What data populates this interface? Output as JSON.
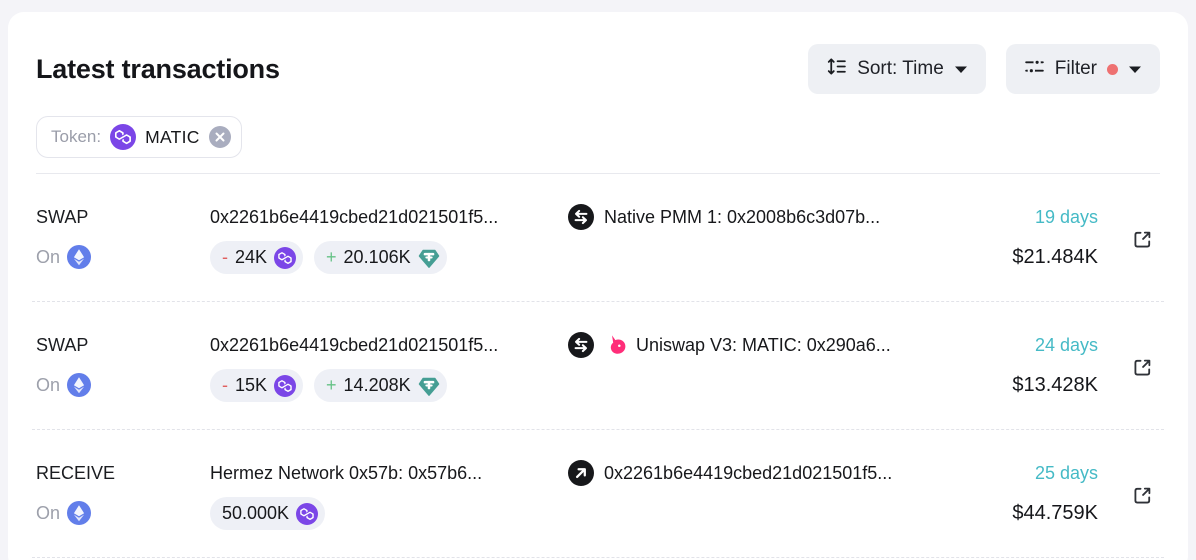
{
  "header": {
    "title": "Latest transactions"
  },
  "toolbar": {
    "sort": {
      "label": "Sort: Time"
    },
    "filter": {
      "label": "Filter",
      "active_dot_color": "#ee7171"
    }
  },
  "active_filter": {
    "label": "Token:",
    "token_symbol": "MATIC",
    "token_icon": "polygon-matic-icon",
    "remove_icon": "close-icon"
  },
  "transactions": [
    {
      "type": "SWAP",
      "chain_label": "On",
      "chain_icon": "ethereum-icon",
      "from_entity": "0x2261b6e4419cbed21d021501f5...",
      "direction_icon": "swap-icon",
      "to_entity_icon": "",
      "to_entity": "Native PMM 1: 0x2008b6c3d07b...",
      "amounts": [
        {
          "sign": "-",
          "value": "24K",
          "token": "MATIC",
          "token_icon": "polygon-matic-icon"
        },
        {
          "sign": "+",
          "value": "20.106K",
          "token": "USDT",
          "token_icon": "tether-icon"
        }
      ],
      "age": "19 days",
      "usd_value": "$21.484K"
    },
    {
      "type": "SWAP",
      "chain_label": "On",
      "chain_icon": "ethereum-icon",
      "from_entity": "0x2261b6e4419cbed21d021501f5...",
      "direction_icon": "swap-icon",
      "to_entity_icon": "uniswap-icon",
      "to_entity": "Uniswap V3: MATIC: 0x290a6...",
      "amounts": [
        {
          "sign": "-",
          "value": "15K",
          "token": "MATIC",
          "token_icon": "polygon-matic-icon"
        },
        {
          "sign": "+",
          "value": "14.208K",
          "token": "USDT",
          "token_icon": "tether-icon"
        }
      ],
      "age": "24 days",
      "usd_value": "$13.428K"
    },
    {
      "type": "RECEIVE",
      "chain_label": "On",
      "chain_icon": "ethereum-icon",
      "from_entity": "Hermez Network 0x57b: 0x57b6...",
      "direction_icon": "send-arrow-icon",
      "to_entity_icon": "",
      "to_entity": "0x2261b6e4419cbed21d021501f5...",
      "amounts": [
        {
          "sign": "",
          "value": "50.000K",
          "token": "MATIC",
          "token_icon": "polygon-matic-icon"
        }
      ],
      "age": "25 days",
      "usd_value": "$44.759K"
    }
  ],
  "colors": {
    "age_text": "#45bac6",
    "negative": "#e0605f",
    "positive": "#66c287",
    "matic_purple": "#7b46e7",
    "usdt_teal": "#459e94",
    "eth_blue": "#627eea",
    "uniswap_pink": "#ff2d79",
    "card_bg": "#ffffff",
    "page_bg": "#f4f4f8"
  }
}
